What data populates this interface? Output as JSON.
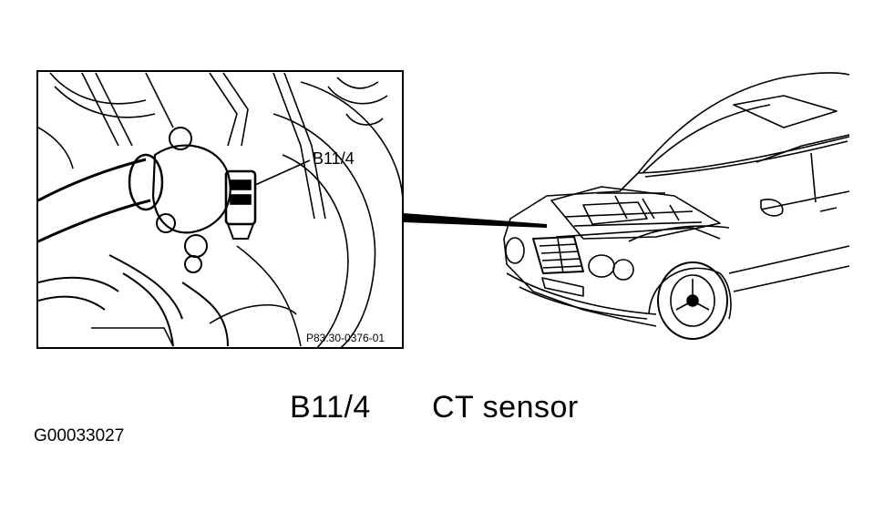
{
  "callout": {
    "label": "B11/4",
    "part_number": "P83.30-0376-01"
  },
  "caption": {
    "code": "B11/4",
    "description": "CT sensor"
  },
  "figure_id": "G00033027",
  "colors": {
    "ink": "#000000",
    "paper": "#ffffff"
  }
}
